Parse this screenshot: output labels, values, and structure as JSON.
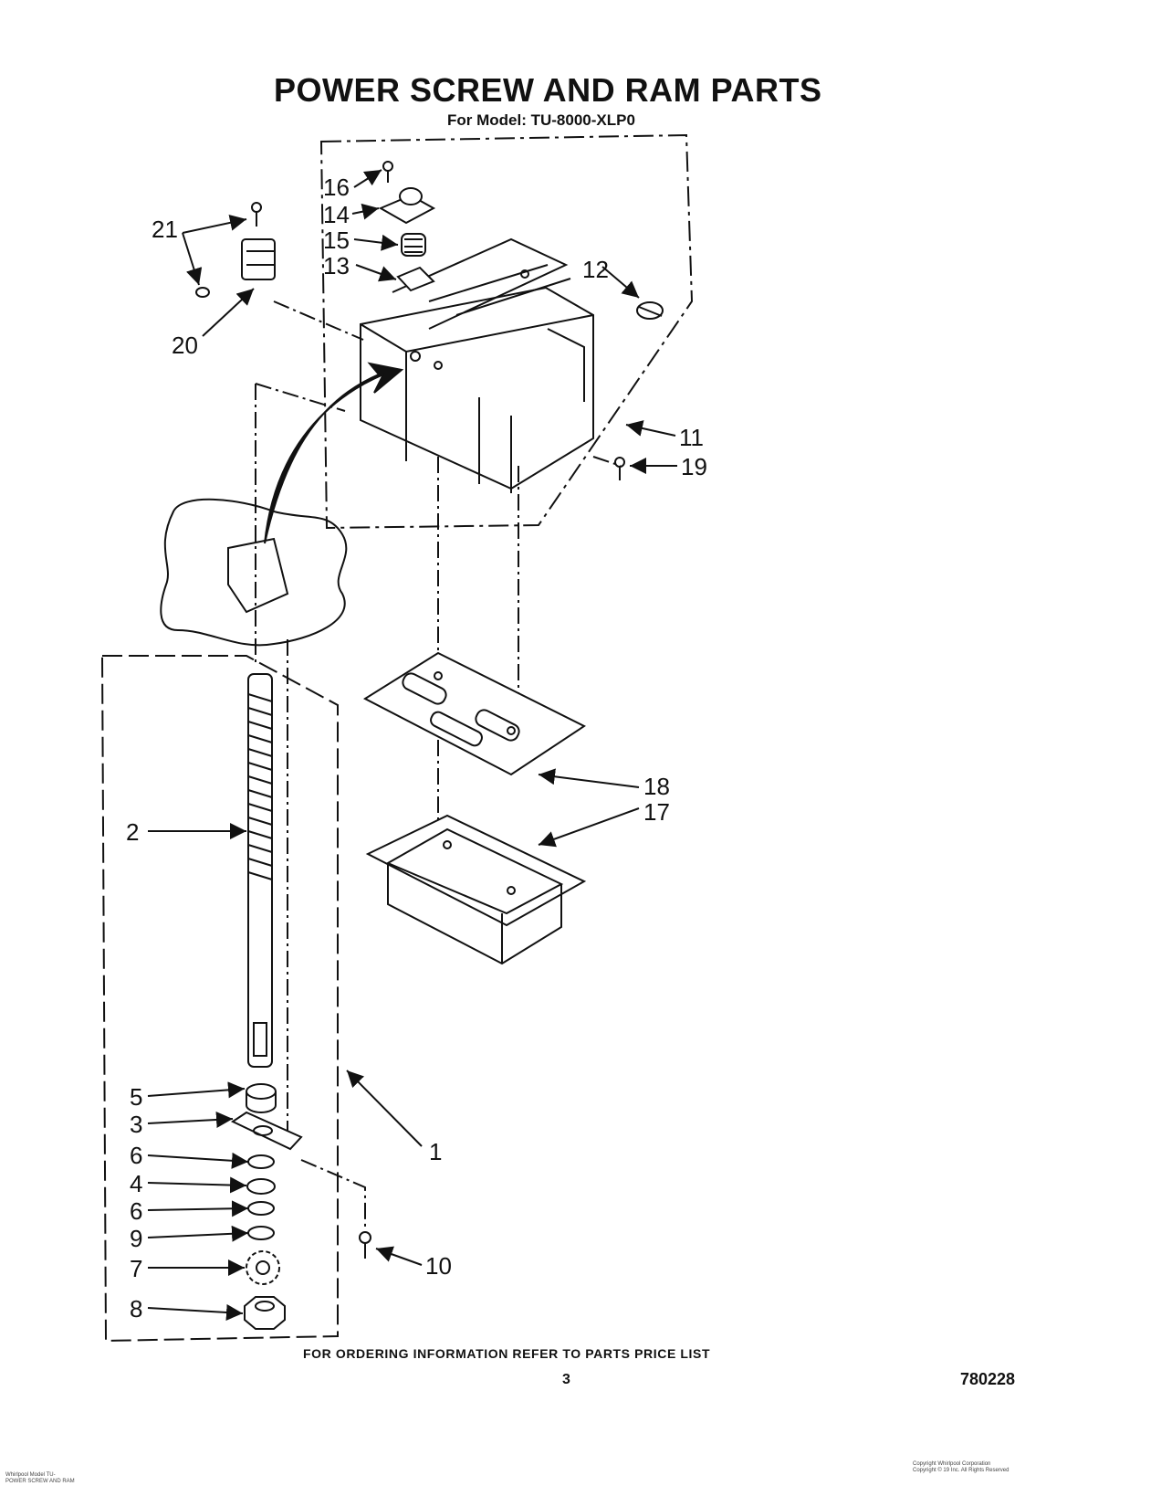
{
  "header": {
    "title": "POWER SCREW AND RAM PARTS",
    "subtitle": "For Model: TU-8000-XLP0"
  },
  "footer": {
    "ordering_note": "FOR ORDERING INFORMATION REFER TO PARTS PRICE LIST",
    "page_number": "3",
    "document_code": "780228",
    "fine_print_left": [
      "Whirlpool Model TU-",
      "POWER SCREW AND RAM"
    ],
    "fine_print_right": [
      "Copyright Whirlpool Corporation",
      "Copyright © 19   Inc.  All Rights Reserved"
    ]
  },
  "callouts": [
    {
      "id": "1",
      "label": "1"
    },
    {
      "id": "2",
      "label": "2"
    },
    {
      "id": "3",
      "label": "3"
    },
    {
      "id": "4",
      "label": "4"
    },
    {
      "id": "5",
      "label": "5"
    },
    {
      "id": "6a",
      "label": "6"
    },
    {
      "id": "6b",
      "label": "6"
    },
    {
      "id": "7",
      "label": "7"
    },
    {
      "id": "8",
      "label": "8"
    },
    {
      "id": "9",
      "label": "9"
    },
    {
      "id": "10",
      "label": "10"
    },
    {
      "id": "11",
      "label": "11"
    },
    {
      "id": "12",
      "label": "12"
    },
    {
      "id": "13",
      "label": "13"
    },
    {
      "id": "14",
      "label": "14"
    },
    {
      "id": "15",
      "label": "15"
    },
    {
      "id": "16",
      "label": "16"
    },
    {
      "id": "17",
      "label": "17"
    },
    {
      "id": "18",
      "label": "18"
    },
    {
      "id": "19",
      "label": "19"
    },
    {
      "id": "20",
      "label": "20"
    },
    {
      "id": "21",
      "label": "21"
    }
  ],
  "colors": {
    "ink": "#111111",
    "paper": "#ffffff"
  }
}
